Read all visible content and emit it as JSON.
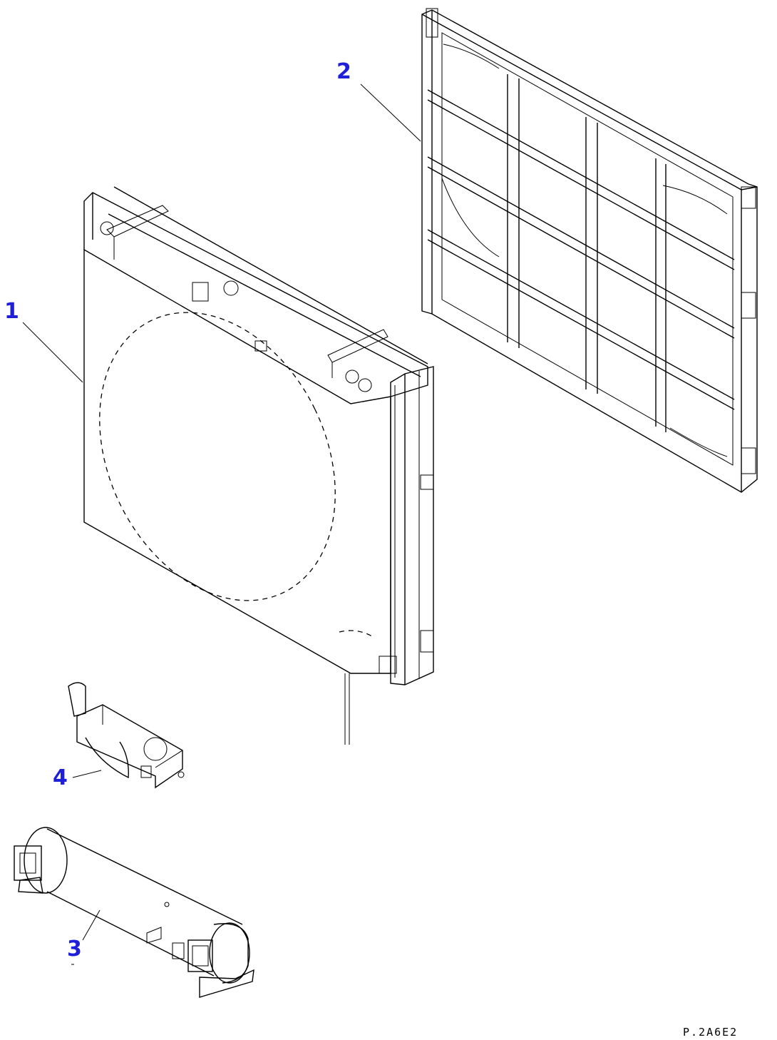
{
  "diagram": {
    "callouts": [
      {
        "id": "part-1",
        "label": "1"
      },
      {
        "id": "part-2",
        "label": "2"
      },
      {
        "id": "part-3",
        "label": "3"
      },
      {
        "id": "part-4",
        "label": "4"
      }
    ],
    "drawing_code": "P.2A6E2"
  }
}
